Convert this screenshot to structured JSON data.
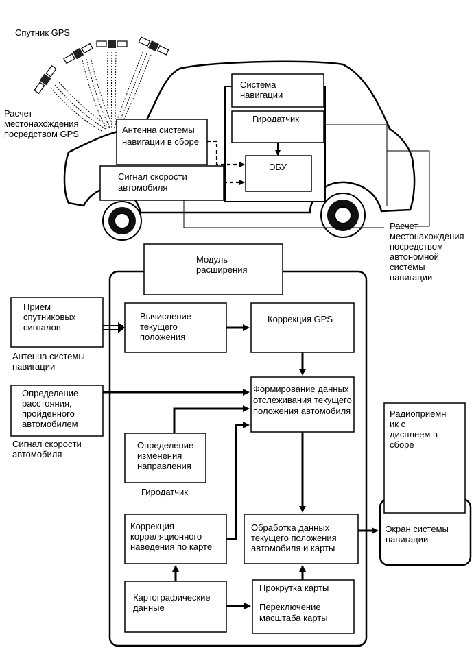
{
  "top": {
    "gps_satellite": "Спутник GPS",
    "gps_calc": [
      "Расчет",
      "местонахождения",
      "посредством GPS"
    ],
    "antenna_assy": [
      "Антенна системы",
      "навигации в сборе"
    ],
    "speed_signal": [
      "Сигнал скорости",
      "автомобиля"
    ],
    "nav_system": [
      "Система",
      "навигации"
    ],
    "gyro": "Гиродатчик",
    "ecu": "ЭБУ",
    "autonomous_calc": [
      "Расчет",
      "местонахождения",
      "посредством",
      "автономной",
      "системы",
      "навигации"
    ]
  },
  "bottom": {
    "module": [
      "Модуль",
      "расширения"
    ],
    "receive_sat": [
      "Прием",
      "спутниковых",
      "сигналов"
    ],
    "antenna_nav": [
      "Антенна системы",
      "навигации"
    ],
    "distance_def": [
      "Определение",
      "расстояния,",
      "пройденного",
      "автомобилем"
    ],
    "speed_signal": [
      "Сигнал скорости",
      "автомобиля"
    ],
    "current_calc": [
      "Вычисление",
      "текущего",
      "положения"
    ],
    "gps_correction": "Коррекция GPS",
    "tracking": [
      "Формирование данных",
      "отслеживания текущего",
      "положения автомобиля"
    ],
    "direction": [
      "Определение",
      "изменения",
      "направления"
    ],
    "gyro": "Гиродатчик",
    "map_correction": [
      "Коррекция",
      "корреляционного",
      "наведения по карте"
    ],
    "processing": [
      "Обработка данных",
      "текущего положения",
      "автомобиля и карты"
    ],
    "map_data": [
      "Картографические",
      "данные"
    ],
    "map_scroll": "Прокрутка карты",
    "scale_switch": [
      "Переключение",
      "масштаба карты"
    ],
    "radio": [
      "Радиоприемн",
      "ик с",
      "дисплеем в",
      "сборе"
    ],
    "screen": [
      "Экран системы",
      "навигации"
    ]
  }
}
